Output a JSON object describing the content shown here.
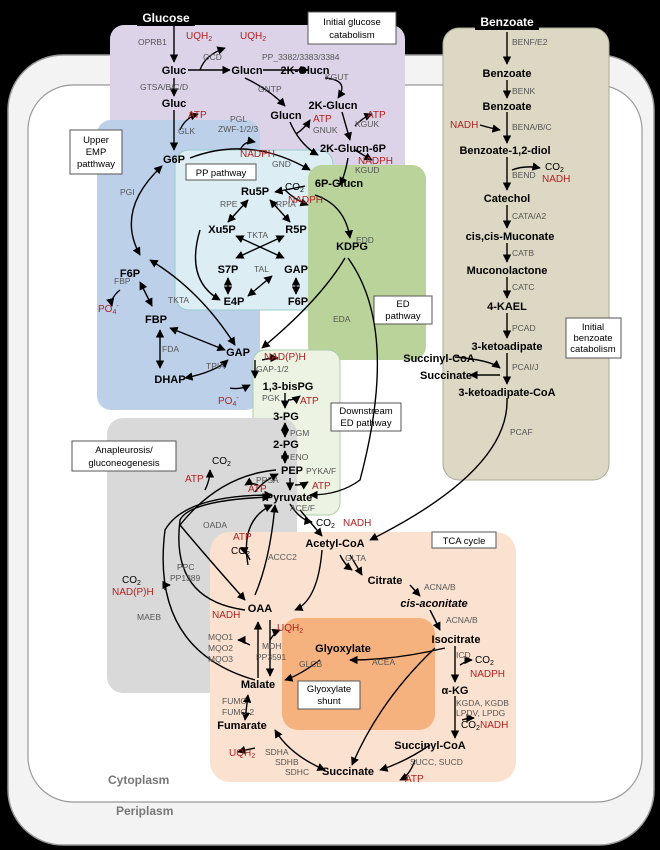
{
  "input_labels": {
    "glucose": "Glucose",
    "benzoate": "Benzoate"
  },
  "regions": {
    "cytoplasm": "Cytoplasm",
    "periplasm": "Periplasm"
  },
  "box_labels": {
    "initial_glucose_1": "Initial glucose",
    "initial_glucose_2": "catabolism",
    "upper_emp_1": "Upper",
    "upper_emp_2": "EMP",
    "upper_emp_3": "patthway",
    "pp_pathway": "PP pathway",
    "ed_1": "ED",
    "ed_2": "pathway",
    "initial_benzoate_1": "Initial",
    "initial_benzoate_2": "benzoate",
    "initial_benzoate_3": "catabolism",
    "downstream_ed_1": "Downstream",
    "downstream_ed_2": "ED pathway",
    "anaple_1": "Anapleurosis/",
    "anaple_2": "gluconeogenesis",
    "tca": "TCA cycle",
    "glyox_1": "Glyoxylate",
    "glyox_2": "shunt"
  },
  "metabolites": {
    "gluc_peri": "Gluc",
    "glucn_peri": "Glucn",
    "two_k_glucn_peri": "2K-Glucn",
    "gluc": "Gluc",
    "glucn": "Glucn",
    "two_k_glucn": "2K-Glucn",
    "two_k_glucn_6p": "2K-Glucn-6P",
    "g6p": "G6P",
    "six_p_glucn": "6P-Glucn",
    "ru5p": "Ru5P",
    "xu5p": "Xu5P",
    "r5p": "R5P",
    "s7p": "S7P",
    "gap_pp": "GAP",
    "e4p": "E4P",
    "f6p_pp": "F6P",
    "f6p": "F6P",
    "fbp": "FBP",
    "kdpg": "KDPG",
    "gap": "GAP",
    "dhap": "DHAP",
    "bpg": "1,3-bisPG",
    "three_pg": "3-PG",
    "two_pg": "2-PG",
    "pep": "PEP",
    "pyruvate": "Pyruvate",
    "acetyl_coa": "Acetyl-CoA",
    "citrate": "Citrate",
    "cis_aconitate": "cis-aconitate",
    "isocitrate": "Isocitrate",
    "akg": "α-KG",
    "succinyl_coa": "Succinyl-CoA",
    "succinate": "Succinate",
    "fumarate": "Fumarate",
    "malate": "Malate",
    "oaa": "OAA",
    "glyoxylate": "Glyoxylate",
    "benzoate_peri": "Benzoate",
    "benzoate": "Benzoate",
    "benzoate_diol": "Benzoate-1,2-diol",
    "catechol": "Catechol",
    "muconate": "cis,cis-Muconate",
    "muconolactone": "Muconolactone",
    "kael": "4-KAEL",
    "ketoadipate": "3-ketoadipate",
    "succinyl_coa_bz": "Succinyl-CoA",
    "succinate_bz": "Succinate",
    "ketoadipate_coa": "3-ketoadipate-CoA"
  },
  "enzymes": {
    "oprb1": "OPRB1",
    "gcd": "GCD",
    "pp_3382": "PP_3382/3383/3384",
    "kgut": "KGUT",
    "gtsa": "GTSA/B/C/D",
    "gntp": "GNTP",
    "glk": "GLK",
    "gnuk": "GNUK",
    "kguk": "KGUK",
    "kgud": "KGUD",
    "pgl": "PGL",
    "zwf": "ZWF-1/2/3",
    "gnd": "GND",
    "rpe": "RPE",
    "rpia": "RPIA",
    "tkta_pp": "TKTA",
    "tal": "TAL",
    "pgi": "PGI",
    "fbp_enz": "FBP",
    "tkta": "TKTA",
    "edd": "EDD",
    "eda": "EDA",
    "fda": "FDA",
    "tpia": "TPIA",
    "gap12": "GAP-1/2",
    "pgk": "PGK",
    "pgm": "PGM",
    "eno": "ENO",
    "pyka": "PYKA/F",
    "ppsa": "PPSA",
    "acef": "ACE/F",
    "oada": "OADA",
    "ppc": "PPC",
    "pp1389": "PP1389",
    "accc2": "ACCC2",
    "maeb": "MAEB",
    "glta": "GLTA",
    "acna1": "ACNA/B",
    "acna2": "ACNA/B",
    "icd": "ICD",
    "acea": "ACEA",
    "glcb": "GLCB",
    "mqo1": "MQO1",
    "mqo2": "MQO2",
    "mqo3": "MQO3",
    "mdh": "MDH",
    "pp3591": "PP3591",
    "kgda": "KGDA, KGDB",
    "lpdv": "LPDV, LPDG",
    "succc": "SUCC, SUCD",
    "fumc": "FUMC",
    "fumc2": "FUMC-2",
    "sdha": "SDHA",
    "sdhb": "SDHB",
    "sdhc": "SDHC",
    "benf": "BENF/E2",
    "benk": "BENK",
    "bena": "BENA/B/C",
    "bend": "BEND",
    "cata": "CATA/A2",
    "catb": "CATB",
    "catc": "CATC",
    "pcad": "PCAD",
    "pcai": "PCAI/J",
    "pcaf": "PCAF"
  },
  "cofactors": {
    "uqh2_a": "UQH",
    "uqh2_b": "UQH",
    "atp_glk": "ATP",
    "atp_kguk": "ATP",
    "atp_gnuk": "ATP",
    "nadph_zwf": "NADPH",
    "nadph_kgud": "NADPH",
    "co2_gnd": "CO",
    "nadph_gnd": "NADPH",
    "po4_fbp": "PO",
    "nadph_gap": "NAD(P)H",
    "po4_dhap": "PO",
    "atp_pgk": "ATP",
    "atp_pyk": "ATP",
    "atp_ppsa": "ATP",
    "co2_pyr": "CO",
    "nadh_pyr": "NADH",
    "atp_left": "ATP",
    "co2_left": "CO",
    "atp_accc": "ATP",
    "co2_accc": "CO",
    "co2_maeb": "CO",
    "nadph_maeb": "NAD(P)H",
    "nadh_mqo": "NADH",
    "uqh2_mdh": "UQH",
    "co2_icd": "CO",
    "nadph_icd": "NADPH",
    "co2_kgd": "CO",
    "nadh_kgd": "NADH",
    "atp_succ": "ATP",
    "uqh2_sdh": "UQH",
    "nadh_bena": "NADH",
    "co2_bend": "CO",
    "nadh_bend": "NADH"
  },
  "subscripts": {
    "two": "2",
    "four": "4",
    "minus": "-"
  },
  "colors": {
    "glucose_box": "#dcd3e8",
    "emp_box": "#bcd0ea",
    "pp_box": "#dcedf3",
    "ed_box": "#b9d39a",
    "downstream_box": "#edf3e3",
    "anaple_box": "#d9d9d9",
    "tca_box": "#fbe2d0",
    "glyox_box": "#f5b27f",
    "benzoate_box": "#ddd8c4",
    "cofactor": "#b22222"
  }
}
